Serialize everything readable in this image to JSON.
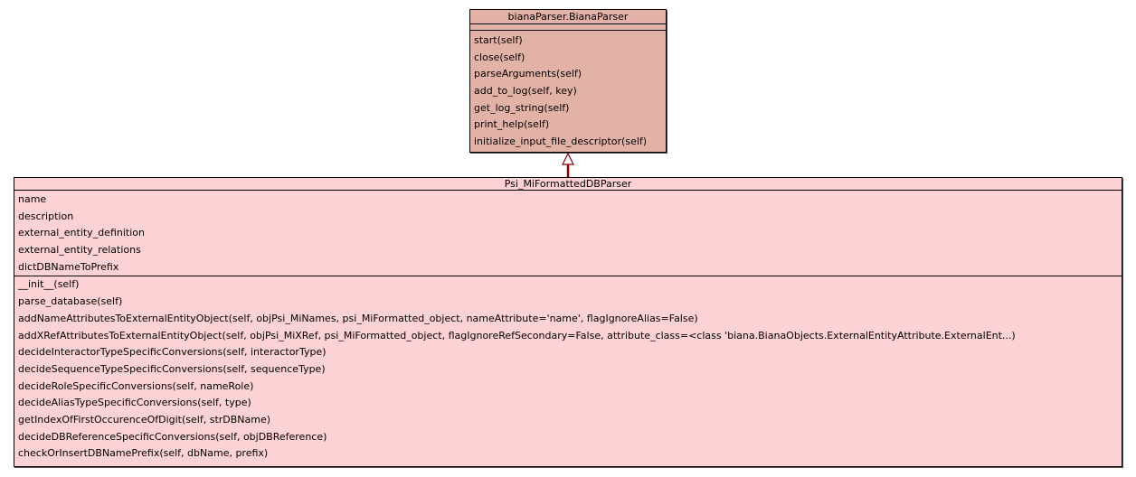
{
  "diagram": {
    "type": "uml-class-diagram",
    "parent_class": {
      "name": "bianaParser.BianaParser",
      "attributes": [],
      "operations": [
        "start(self)",
        "close(self)",
        "parseArguments(self)",
        "add_to_log(self, key)",
        "get_log_string(self)",
        "print_help(self)",
        "initialize_input_file_descriptor(self)"
      ],
      "fill_color": "#e3b2a6"
    },
    "child_class": {
      "name": "Psi_MiFormattedDBParser",
      "attributes": [
        "name",
        "description",
        "external_entity_definition",
        "external_entity_relations",
        "dictDBNameToPrefix"
      ],
      "operations": [
        "__init__(self)",
        "parse_database(self)",
        "addNameAttributesToExternalEntityObject(self, objPsi_MiNames, psi_MiFormatted_object, nameAttribute='name', flagIgnoreAlias=False)",
        "addXRefAttributesToExternalEntityObject(self, objPsi_MiXRef, psi_MiFormatted_object, flagIgnoreRefSecondary=False, attribute_class=<class 'biana.BianaObjects.ExternalEntityAttribute.ExternalEnt...)",
        "decideInteractorTypeSpecificConversions(self, interactorType)",
        "decideSequenceTypeSpecificConversions(self, sequenceType)",
        "decideRoleSpecificConversions(self, nameRole)",
        "decideAliasTypeSpecificConversions(self, type)",
        "getIndexOfFirstOccurenceOfDigit(self, strDBName)",
        "decideDBReferenceSpecificConversions(self, objDBReference)",
        "checkOrInsertDBNamePrefix(self, dbName, prefix)"
      ],
      "fill_color": "#fdd2d4"
    },
    "relationship": {
      "type": "generalization",
      "from": "Psi_MiFormattedDBParser",
      "to": "bianaParser.BianaParser",
      "color": "#8b0000"
    }
  }
}
